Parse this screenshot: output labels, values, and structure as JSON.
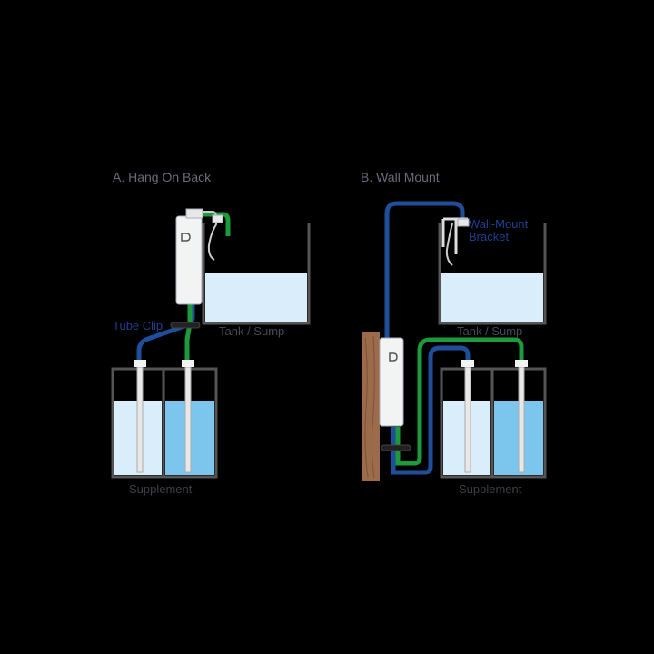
{
  "panels": {
    "a": {
      "title": "A. Hang On Back",
      "tank_label": "Tank / Sump",
      "clip_label": "Tube Clip",
      "container_label": "Supplement"
    },
    "b": {
      "title": "B. Wall Mount",
      "tank_label": "Tank / Sump",
      "bracket_label_line1": "Wall-Mount",
      "bracket_label_line2": "Bracket",
      "container_label": "Supplement"
    }
  },
  "colors": {
    "background": "#000000",
    "label_gray": "#6b6b7a",
    "label_blue": "#1f3f8f",
    "tube_blue": "#1f4f9a",
    "tube_green": "#1c9a3c",
    "water_light": "#d9eefa",
    "water_medium": "#7cc6ee",
    "wood": "#9b6b4a",
    "unit_white": "#f2f4f4"
  },
  "icons": [
    "dosing-unit-icon",
    "tube-clip-icon",
    "wall-mount-bracket-icon"
  ]
}
